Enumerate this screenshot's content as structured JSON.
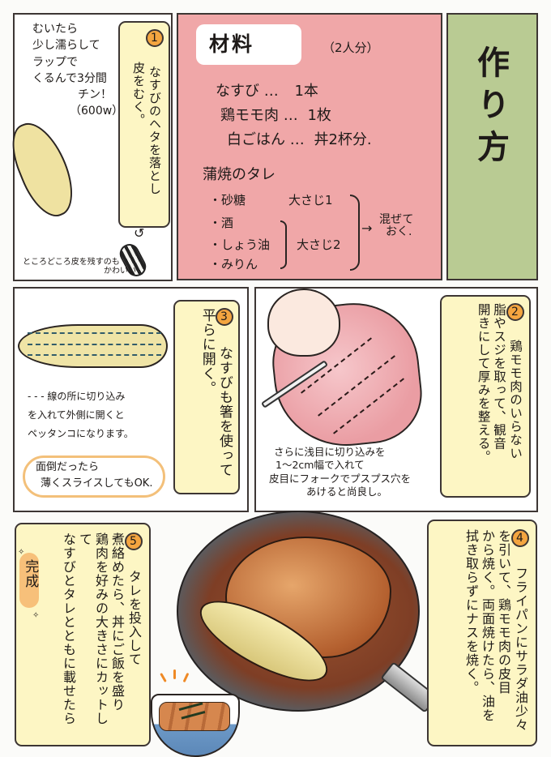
{
  "page": {
    "title": "作り方",
    "colors": {
      "ingredients_bg": "#f0a7a8",
      "howto_bg": "#b9cb93",
      "stepbox_bg": "#fdf6c4",
      "step_number_bg": "#f4a540",
      "border": "#3d3634"
    }
  },
  "ingredients": {
    "title": "材料",
    "servings": "（2人分）",
    "items": [
      {
        "name": "なすび …",
        "amount": "1本"
      },
      {
        "name": "鶏モモ肉 …",
        "amount": "1枚"
      },
      {
        "name": "白ごはん …",
        "amount": "丼2杯分."
      }
    ],
    "sauce": {
      "title": "蒲焼のタレ",
      "items": [
        "・砂糖",
        "・酒",
        "・しょう油",
        "・みりん"
      ],
      "amount_1": "大さじ1",
      "amount_2": "大さじ2",
      "instruction_line1": "混ぜて",
      "instruction_line2": "おく."
    }
  },
  "howto": {
    "title": "作り方"
  },
  "steps": [
    {
      "number": "1",
      "text_line1": "なすびのヘタを落とし",
      "text_line2": "皮をむく。",
      "note_lines": [
        "むいたら",
        "少し濡らして",
        "ラップで",
        "くるんで3分間",
        "チン！",
        "（600w）"
      ],
      "side_note": "ところどころ皮を残すのも",
      "side_note_2": "かわいい"
    },
    {
      "number": "2",
      "text_line1": "鶏モモ肉のいらない",
      "text_line2": "脂やスジを取って、観音",
      "text_line3": "開きにして厚みを整える。",
      "note_lines": [
        "さらに浅目に切り込みを",
        "1〜2cm幅で入れて",
        "皮目にフォークでプスプス穴を",
        "あけると尚良し。"
      ]
    },
    {
      "number": "3",
      "text_line1": "なすびも箸を使って",
      "text_line2": "平らに開く。",
      "note_lines": [
        "- - - 線の所に切り込み",
        "を入れて外側に開くと",
        "ペッタンコになります。"
      ],
      "cloud_lines": [
        "面倒だったら",
        "薄くスライスしてもOK."
      ]
    },
    {
      "number": "4",
      "text_line1": "フライパンにサラダ油少々",
      "text_line2": "を引いて、鶏モモ肉の皮目",
      "text_line3": "から焼く。両面焼けたら、油を",
      "text_line4": "拭き取らずにナスを焼く。"
    },
    {
      "number": "5",
      "text_line1": "タレを投入して",
      "text_line2": "煮絡めたら、丼にご飯を盛り",
      "text_line3": "鶏肉を好みの大きさにカットして",
      "text_line4": "なすびとタレとともに載せたら",
      "done_label": "完成"
    }
  ]
}
